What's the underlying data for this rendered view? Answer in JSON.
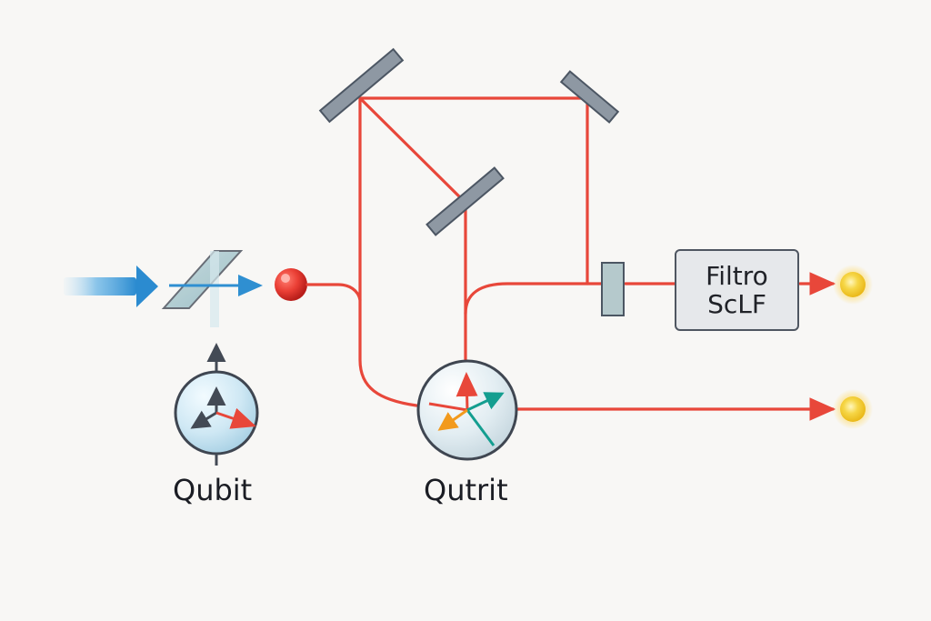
{
  "labels": {
    "qubit": "Qubit",
    "qutrit": "Qutrit",
    "filter_line_1": "Filtro",
    "filter_line_2": "ScLF"
  },
  "colors": {
    "beam": "#e8473a",
    "input_arrow": "#3a8fd1",
    "mirror": "#8e98a3",
    "mirror_border": "#4c5663",
    "sphere_fill": "#d3e7f1",
    "detector": "#f4c22b",
    "background": "#f8f7f5"
  },
  "icons": {
    "input_beam": "input-beam-arrow-icon",
    "beam_splitter": "beam-splitter-icon",
    "source_dot": "red-photon-source-icon",
    "detector": "yellow-detector-icon",
    "qubit_sphere": "qubit-bloch-sphere-icon",
    "qutrit_sphere": "qutrit-state-sphere-icon"
  }
}
